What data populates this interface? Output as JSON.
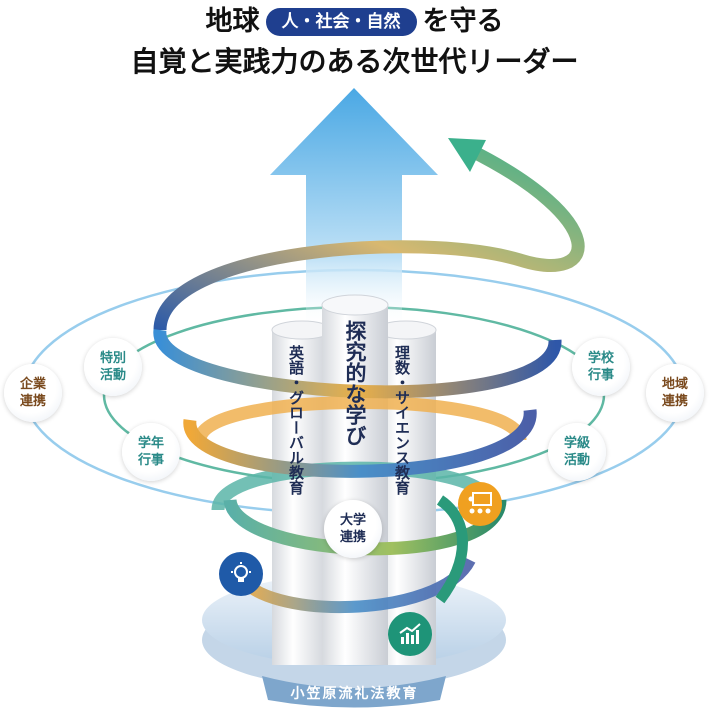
{
  "title": {
    "line1_prefix": "地球",
    "line1_pill": "人・社会・自然",
    "line1_suffix": "を守る",
    "line2": "自覚と実践力のある次世代リーダー"
  },
  "pillars": {
    "left": "英語・グローバル教育",
    "center": "探究的な学び",
    "right": "理数・サイエンス教育"
  },
  "badges": {
    "company": "企業\n連携",
    "special": "特別\n活動",
    "grade_event": "学年\n行事",
    "school_event": "学校\n行事",
    "region": "地域\n連携",
    "class_activity": "学級\n活動",
    "university": "大学\n連携"
  },
  "base_label": "小笠原流礼法教育",
  "colors": {
    "title_pill": "#1f3f8f",
    "badge_brown": "#7a4a1e",
    "badge_teal": "#2a8a88",
    "badge_dark": "#1f2d55",
    "arrow": "#5bb8e8",
    "icon_blue": "#1f5aa8",
    "icon_orange": "#f0a020",
    "icon_teal": "#1e9478"
  },
  "icons": [
    "lightbulb-icon",
    "presentation-icon",
    "chart-icon"
  ]
}
